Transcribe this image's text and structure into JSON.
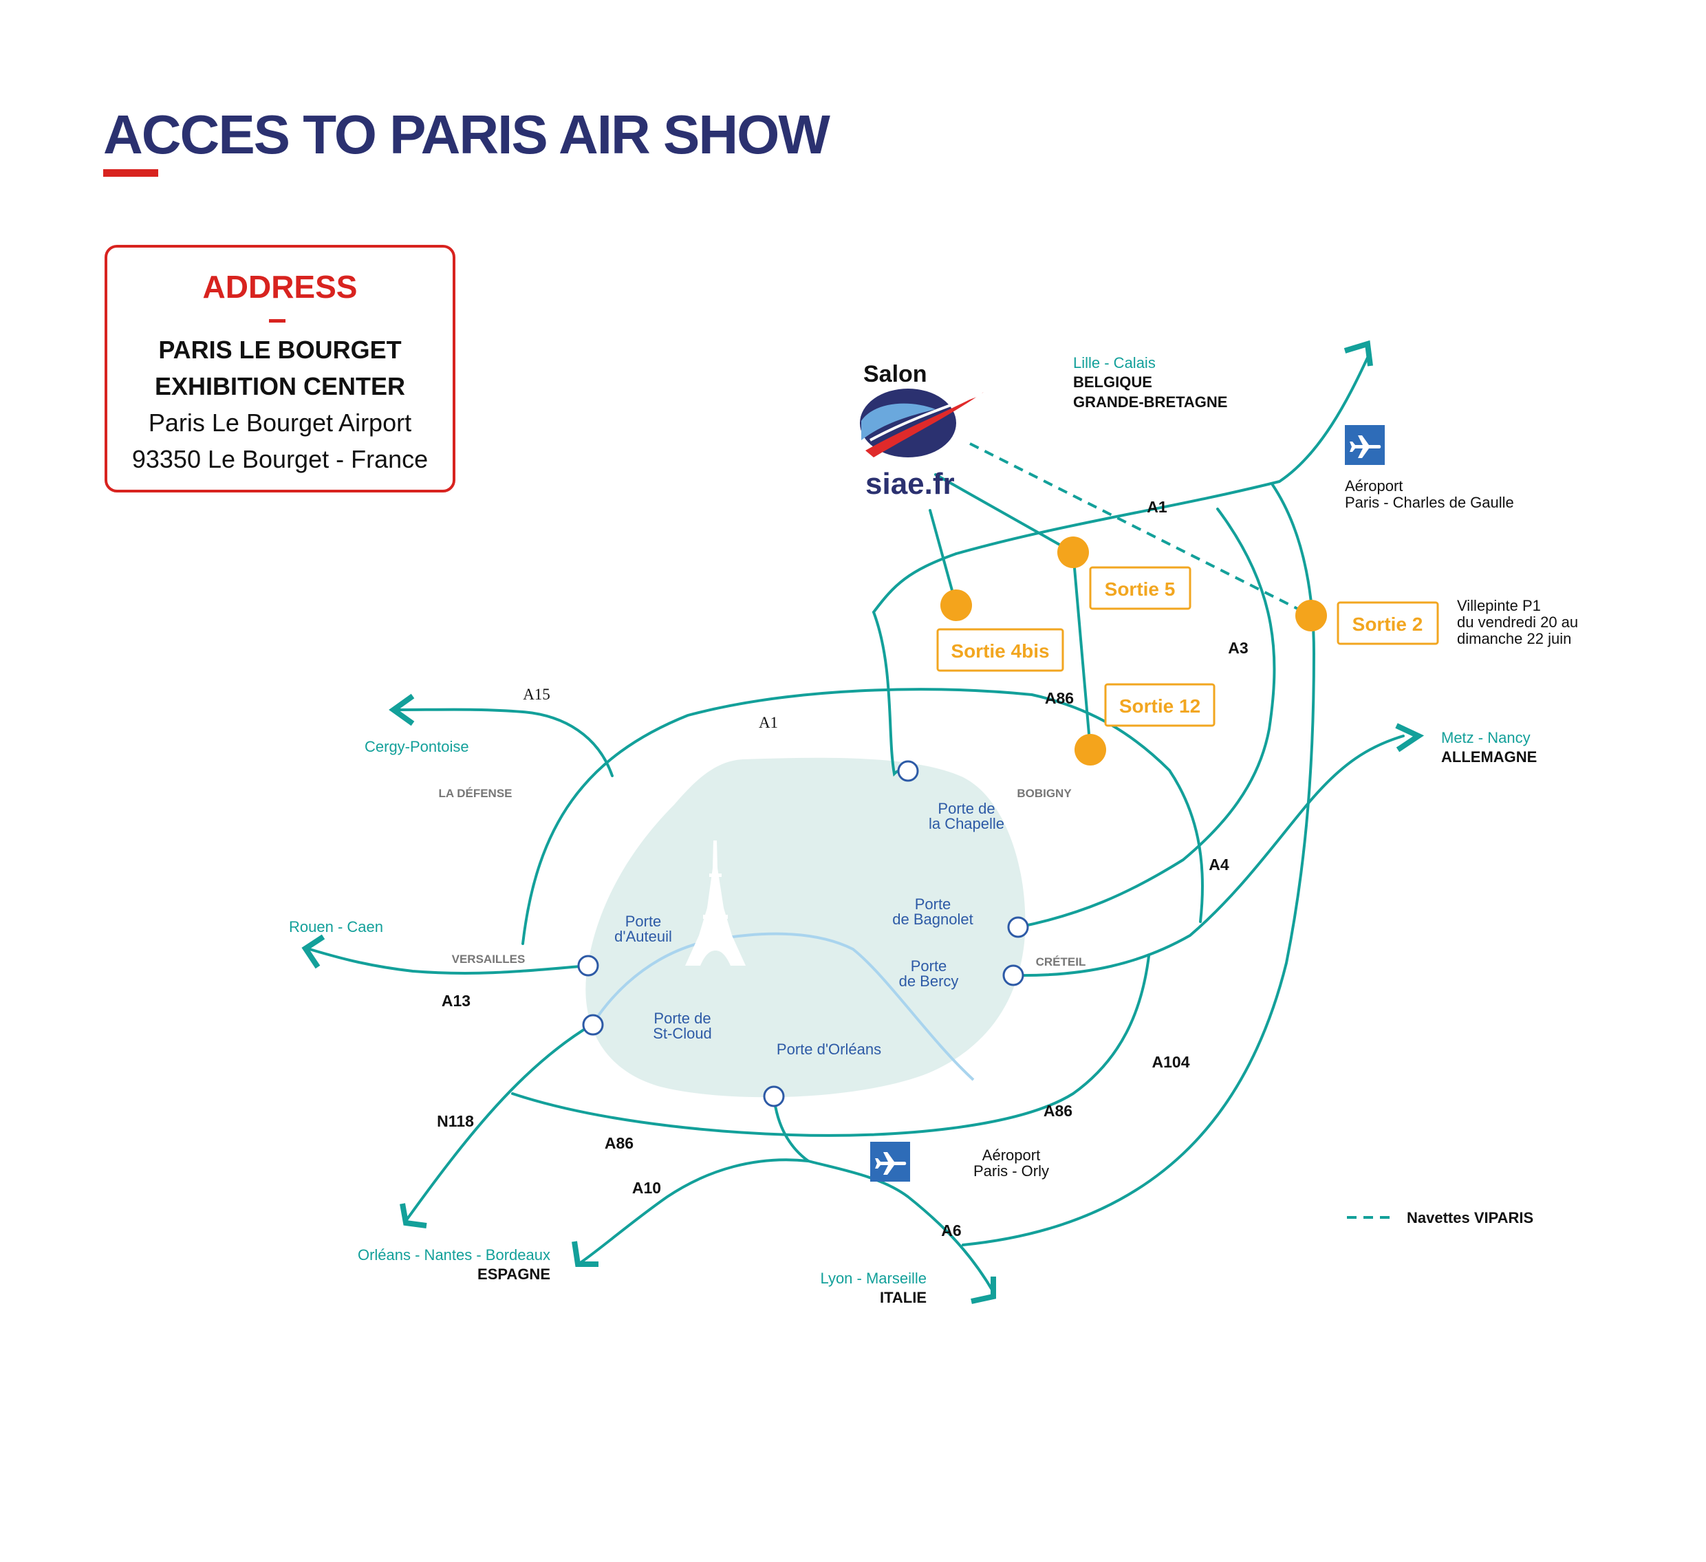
{
  "title": "ACCES TO PARIS AIR SHOW",
  "address": {
    "heading": "ADDRESS",
    "lines": [
      "PARIS LE BOURGET",
      "EXHIBITION CENTER",
      "Paris Le Bourget Airport",
      "93350 Le Bourget - France"
    ]
  },
  "logo": {
    "top_text": "Salon",
    "bottom_text": "siae.fr"
  },
  "exits": {
    "sortie_5": "Sortie 5",
    "sortie_4bis": "Sortie 4bis",
    "sortie_2": "Sortie 2",
    "sortie_12": "Sortie 12"
  },
  "villepinte": [
    "Villepinte P1",
    "du vendredi 20 au",
    "dimanche 22 juin"
  ],
  "airports": {
    "cdg": [
      "Aéroport",
      "Paris - Charles de Gaulle"
    ],
    "orly": [
      "Aéroport",
      "Paris - Orly"
    ]
  },
  "destinations": {
    "lille": {
      "city": "Lille - Calais",
      "countries": [
        "BELGIQUE",
        "GRANDE-BRETAGNE"
      ]
    },
    "metz": {
      "city": "Metz - Nancy",
      "country": "ALLEMAGNE"
    },
    "cergy": {
      "city": "Cergy-Pontoise"
    },
    "rouen": {
      "city": "Rouen - Caen"
    },
    "orleans": {
      "city": "Orléans - Nantes - Bordeaux",
      "country": "ESPAGNE"
    },
    "lyon": {
      "city": "Lyon - Marseille",
      "country": "ITALIE"
    }
  },
  "roads": {
    "a1_north": "A1",
    "a1_west": "A1",
    "a3": "A3",
    "a86_ne": "A86",
    "a86_se": "A86",
    "a86_s": "A86",
    "a15": "A15",
    "a13": "A13",
    "a4": "A4",
    "a104": "A104",
    "n118": "N118",
    "a10": "A10",
    "a6": "A6"
  },
  "areas": {
    "la_defense": "LA DÉFENSE",
    "bobigny": "BOBIGNY",
    "versailles": "VERSAILLES",
    "creteil": "CRÉTEIL"
  },
  "portes": {
    "chapelle": [
      "Porte de",
      "la Chapelle"
    ],
    "bagnolet": [
      "Porte",
      "de Bagnolet"
    ],
    "bercy": [
      "Porte",
      "de Bercy"
    ],
    "auteuil": [
      "Porte",
      "d'Auteuil"
    ],
    "st_cloud": [
      "Porte de",
      "St-Cloud"
    ],
    "orleans": "Porte d'Orléans"
  },
  "legend": {
    "shuttle": "Navettes VIPARIS"
  },
  "colors": {
    "road": "#13a09a",
    "title": "#2b3170",
    "accent": "#d8231f",
    "exit": "#f2a620",
    "paris_area": "#e0efed",
    "porte_text": "#2d5aa6",
    "seine": "#a9d4ee"
  },
  "icons": [
    "airplane-icon",
    "eiffel-tower-icon",
    "siae-logo"
  ]
}
